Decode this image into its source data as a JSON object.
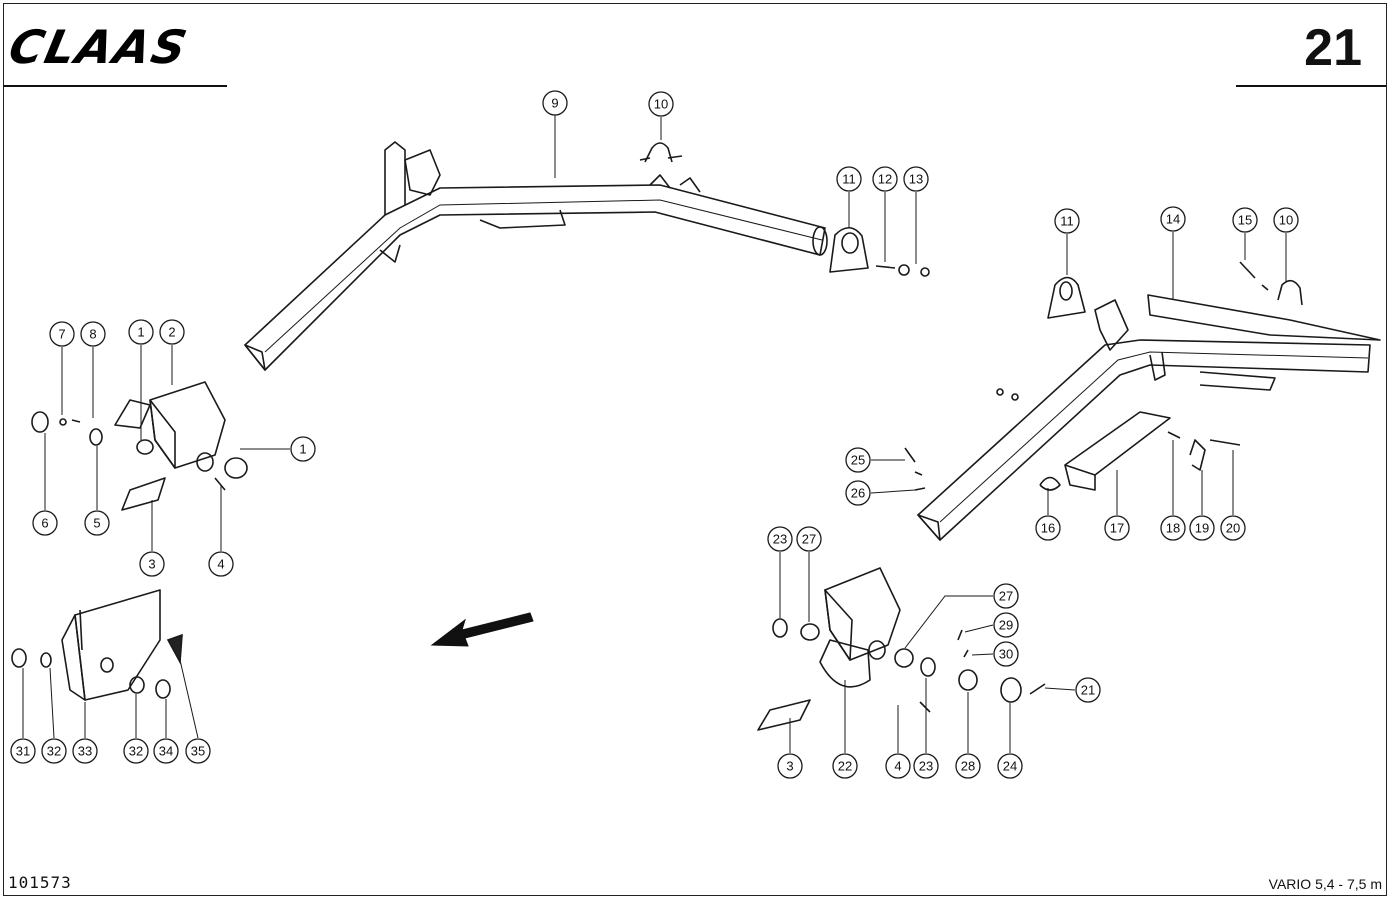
{
  "header": {
    "brand_logo_text": "CLAAS",
    "page_number": "21"
  },
  "footer": {
    "document_number": "101573",
    "model_range": "VARIO 5,4 - 7,5 m"
  },
  "callouts": [
    {
      "name": "callout-9",
      "label": "9"
    },
    {
      "name": "callout-10a",
      "label": "10"
    },
    {
      "name": "callout-11a",
      "label": "11"
    },
    {
      "name": "callout-12",
      "label": "12"
    },
    {
      "name": "callout-13",
      "label": "13"
    },
    {
      "name": "callout-11b",
      "label": "11"
    },
    {
      "name": "callout-14",
      "label": "14"
    },
    {
      "name": "callout-15",
      "label": "15"
    },
    {
      "name": "callout-10b",
      "label": "10"
    },
    {
      "name": "callout-7",
      "label": "7"
    },
    {
      "name": "callout-8",
      "label": "8"
    },
    {
      "name": "callout-1a",
      "label": "1"
    },
    {
      "name": "callout-2",
      "label": "2"
    },
    {
      "name": "callout-1b",
      "label": "1"
    },
    {
      "name": "callout-6",
      "label": "6"
    },
    {
      "name": "callout-5",
      "label": "5"
    },
    {
      "name": "callout-3a",
      "label": "3"
    },
    {
      "name": "callout-4a",
      "label": "4"
    },
    {
      "name": "callout-25",
      "label": "25"
    },
    {
      "name": "callout-26",
      "label": "26"
    },
    {
      "name": "callout-16",
      "label": "16"
    },
    {
      "name": "callout-17",
      "label": "17"
    },
    {
      "name": "callout-18",
      "label": "18"
    },
    {
      "name": "callout-19",
      "label": "19"
    },
    {
      "name": "callout-20",
      "label": "20"
    },
    {
      "name": "callout-23a",
      "label": "23"
    },
    {
      "name": "callout-27a",
      "label": "27"
    },
    {
      "name": "callout-27b",
      "label": "27"
    },
    {
      "name": "callout-29",
      "label": "29"
    },
    {
      "name": "callout-30",
      "label": "30"
    },
    {
      "name": "callout-21",
      "label": "21"
    },
    {
      "name": "callout-3b",
      "label": "3"
    },
    {
      "name": "callout-22",
      "label": "22"
    },
    {
      "name": "callout-4b",
      "label": "4"
    },
    {
      "name": "callout-23b",
      "label": "23"
    },
    {
      "name": "callout-28",
      "label": "28"
    },
    {
      "name": "callout-24",
      "label": "24"
    },
    {
      "name": "callout-31",
      "label": "31"
    },
    {
      "name": "callout-32a",
      "label": "32"
    },
    {
      "name": "callout-33",
      "label": "33"
    },
    {
      "name": "callout-32b",
      "label": "32"
    },
    {
      "name": "callout-34",
      "label": "34"
    },
    {
      "name": "callout-35",
      "label": "35"
    }
  ]
}
